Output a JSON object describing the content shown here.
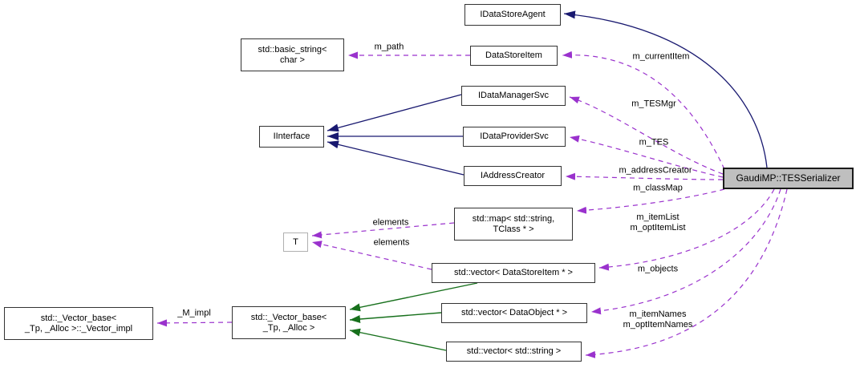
{
  "diagram": {
    "type": "collaboration-graph",
    "main_class": "GaudiMP::TESSerializer",
    "colors": {
      "inheritance_public": "#191970",
      "inheritance_protected": "#17701c",
      "usage": "#9a32cd",
      "node_fill": "#ffffff",
      "main_node_fill": "#bfbfbf"
    },
    "nodes": [
      {
        "id": "IDataStoreAgent",
        "label": "IDataStoreAgent"
      },
      {
        "id": "DataStoreItem",
        "label": "DataStoreItem"
      },
      {
        "id": "basic_string",
        "label": "std::basic_string<\nchar >"
      },
      {
        "id": "IDataManagerSvc",
        "label": "IDataManagerSvc"
      },
      {
        "id": "IInterface",
        "label": "IInterface"
      },
      {
        "id": "IDataProviderSvc",
        "label": "IDataProviderSvc"
      },
      {
        "id": "IAddressCreator",
        "label": "IAddressCreator"
      },
      {
        "id": "TESSerializer",
        "label": "GaudiMP::TESSerializer"
      },
      {
        "id": "map_string_tclass",
        "label": "std::map< std::string,\nTClass * >"
      },
      {
        "id": "T",
        "label": "T"
      },
      {
        "id": "vector_datastoreitem",
        "label": "std::vector< DataStoreItem * >"
      },
      {
        "id": "vector_dataobject",
        "label": "std::vector< DataObject * >"
      },
      {
        "id": "vector_string",
        "label": "std::vector< std::string >"
      },
      {
        "id": "vector_impl",
        "label": "std::_Vector_base<\n_Tp, _Alloc >::_Vector_impl"
      },
      {
        "id": "vector_base",
        "label": "std::_Vector_base<\n_Tp, _Alloc >"
      }
    ],
    "edges": [
      {
        "from": "GaudiMP::TESSerializer",
        "to": "IDataStoreAgent",
        "type": "inheritance_public",
        "label": ""
      },
      {
        "from": "IDataManagerSvc",
        "to": "IInterface",
        "type": "inheritance_public",
        "label": ""
      },
      {
        "from": "IDataProviderSvc",
        "to": "IInterface",
        "type": "inheritance_public",
        "label": ""
      },
      {
        "from": "IAddressCreator",
        "to": "IInterface",
        "type": "inheritance_public",
        "label": ""
      },
      {
        "from": "std::vector< DataStoreItem * >",
        "to": "std::_Vector_base< _Tp, _Alloc >",
        "type": "inheritance_protected",
        "label": ""
      },
      {
        "from": "std::vector< DataObject * >",
        "to": "std::_Vector_base< _Tp, _Alloc >",
        "type": "inheritance_protected",
        "label": ""
      },
      {
        "from": "std::vector< std::string >",
        "to": "std::_Vector_base< _Tp, _Alloc >",
        "type": "inheritance_protected",
        "label": ""
      },
      {
        "from": "GaudiMP::TESSerializer",
        "to": "DataStoreItem",
        "type": "usage",
        "label": "m_currentItem"
      },
      {
        "from": "GaudiMP::TESSerializer",
        "to": "IDataManagerSvc",
        "type": "usage",
        "label": "m_TESMgr"
      },
      {
        "from": "GaudiMP::TESSerializer",
        "to": "IDataProviderSvc",
        "type": "usage",
        "label": "m_TES"
      },
      {
        "from": "GaudiMP::TESSerializer",
        "to": "IAddressCreator",
        "type": "usage",
        "label": "m_addressCreator"
      },
      {
        "from": "GaudiMP::TESSerializer",
        "to": "std::map< std::string, TClass * >",
        "type": "usage",
        "label": "m_classMap"
      },
      {
        "from": "GaudiMP::TESSerializer",
        "to": "std::vector< DataStoreItem * >",
        "type": "usage",
        "label": "m_itemList\nm_optItemList"
      },
      {
        "from": "GaudiMP::TESSerializer",
        "to": "std::vector< DataObject * >",
        "type": "usage",
        "label": "m_objects"
      },
      {
        "from": "GaudiMP::TESSerializer",
        "to": "std::vector< std::string >",
        "type": "usage",
        "label": "m_itemNames\nm_optItemNames"
      },
      {
        "from": "DataStoreItem",
        "to": "std::basic_string< char >",
        "type": "usage",
        "label": "m_path"
      },
      {
        "from": "std::map< std::string, TClass * >",
        "to": "T",
        "type": "usage",
        "label": "elements"
      },
      {
        "from": "std::vector< DataStoreItem * >",
        "to": "T",
        "type": "usage",
        "label": "elements"
      },
      {
        "from": "std::_Vector_base< _Tp, _Alloc >",
        "to": "std::_Vector_base< _Tp, _Alloc >::_Vector_impl",
        "type": "usage",
        "label": "_M_impl"
      }
    ]
  }
}
